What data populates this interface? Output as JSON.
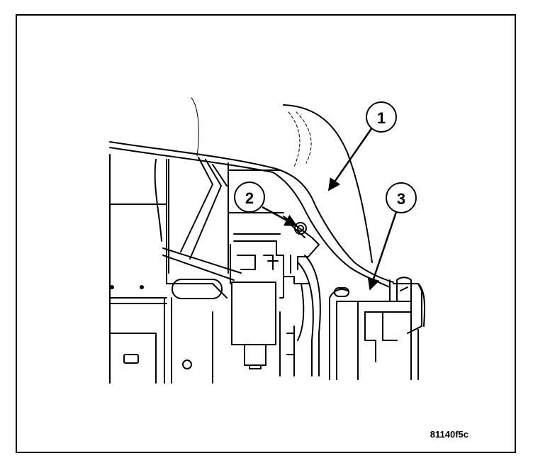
{
  "callouts": [
    {
      "number": "1"
    },
    {
      "number": "2"
    },
    {
      "number": "3"
    }
  ],
  "figure_code": "81140f5c",
  "colors": {
    "line": "#000000",
    "background": "#ffffff"
  }
}
